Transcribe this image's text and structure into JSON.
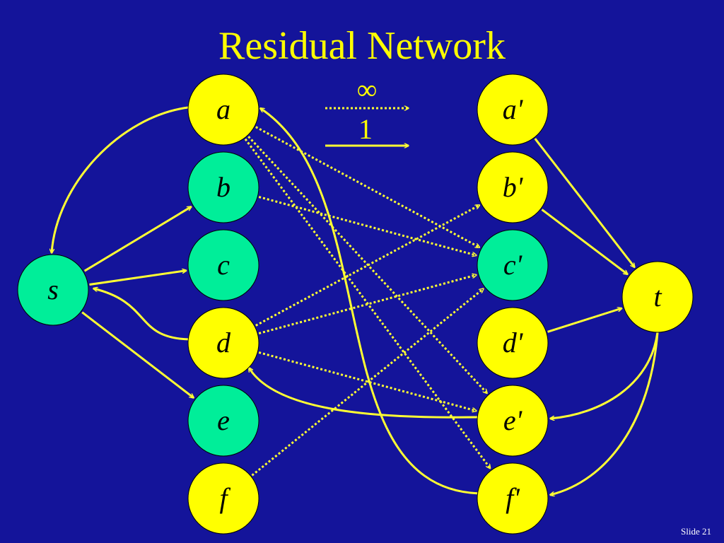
{
  "slide": {
    "title": "Residual Network",
    "footer": "Slide 21"
  },
  "colors": {
    "background": "#14149a",
    "title": "#ffff00",
    "edge": "#ffff33",
    "node_yellow": "#ffff00",
    "node_green": "#00ee99",
    "label": "#000000"
  },
  "legend": {
    "dotted_label": "∞",
    "solid_label": "1"
  },
  "nodes": [
    {
      "id": "s",
      "label": "s",
      "fill": "green"
    },
    {
      "id": "a",
      "label": "a",
      "fill": "yellow"
    },
    {
      "id": "b",
      "label": "b",
      "fill": "green"
    },
    {
      "id": "c",
      "label": "c",
      "fill": "green"
    },
    {
      "id": "d",
      "label": "d",
      "fill": "yellow"
    },
    {
      "id": "e",
      "label": "e",
      "fill": "green"
    },
    {
      "id": "f",
      "label": "f",
      "fill": "yellow"
    },
    {
      "id": "a2",
      "label": "a'",
      "fill": "yellow"
    },
    {
      "id": "b2",
      "label": "b'",
      "fill": "yellow"
    },
    {
      "id": "c2",
      "label": "c'",
      "fill": "green"
    },
    {
      "id": "d2",
      "label": "d'",
      "fill": "yellow"
    },
    {
      "id": "e2",
      "label": "e'",
      "fill": "yellow"
    },
    {
      "id": "f2",
      "label": "f'",
      "fill": "yellow"
    },
    {
      "id": "t",
      "label": "t",
      "fill": "yellow"
    }
  ],
  "edges": [
    {
      "from": "a",
      "to": "s",
      "style": "solid"
    },
    {
      "from": "s",
      "to": "b",
      "style": "solid"
    },
    {
      "from": "s",
      "to": "c",
      "style": "solid"
    },
    {
      "from": "d",
      "to": "s",
      "style": "solid"
    },
    {
      "from": "s",
      "to": "e",
      "style": "solid"
    },
    {
      "from": "f2",
      "to": "a",
      "style": "solid"
    },
    {
      "from": "e2",
      "to": "d",
      "style": "solid"
    },
    {
      "from": "a2",
      "to": "t",
      "style": "solid"
    },
    {
      "from": "b2",
      "to": "t",
      "style": "solid"
    },
    {
      "from": "d2",
      "to": "t",
      "style": "solid"
    },
    {
      "from": "t",
      "to": "e2",
      "style": "solid"
    },
    {
      "from": "t",
      "to": "f2",
      "style": "solid"
    },
    {
      "from": "a",
      "to": "c2",
      "style": "dotted"
    },
    {
      "from": "a",
      "to": "e2",
      "style": "dotted"
    },
    {
      "from": "a",
      "to": "f2",
      "style": "dotted"
    },
    {
      "from": "b",
      "to": "c2",
      "style": "dotted"
    },
    {
      "from": "d",
      "to": "b2",
      "style": "dotted"
    },
    {
      "from": "d",
      "to": "c2",
      "style": "dotted"
    },
    {
      "from": "d",
      "to": "e2",
      "style": "dotted"
    },
    {
      "from": "f",
      "to": "c2",
      "style": "dotted"
    }
  ]
}
